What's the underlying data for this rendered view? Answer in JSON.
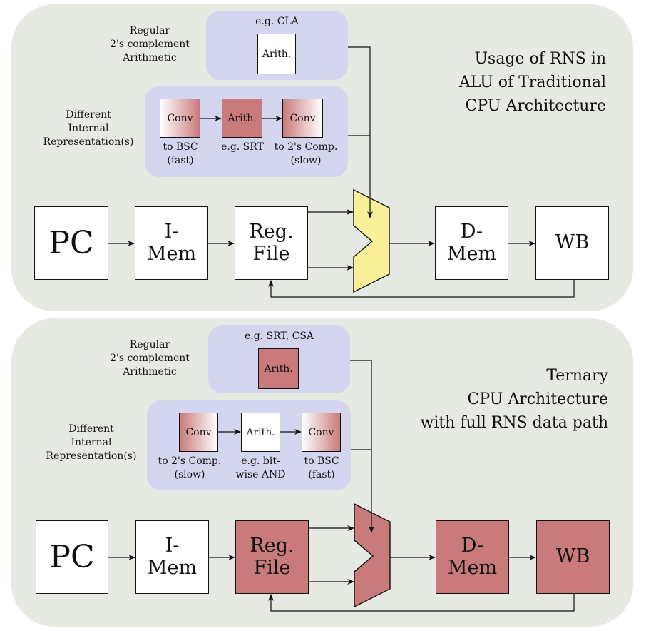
{
  "top": {
    "title": [
      "Usage of RNS in",
      "ALU of Traditional",
      "CPU Architecture"
    ],
    "regular_label": [
      "Regular",
      "2's complement",
      "Arithmetic"
    ],
    "different_label": [
      "Different",
      "Internal",
      "Representation(s)"
    ],
    "regular_example": "e.g. CLA",
    "regular_box": "Arith.",
    "conv1": "Conv",
    "conv1_caption": [
      "to BSC",
      "(fast)"
    ],
    "arith": "Arith.",
    "arith_caption": [
      "e.g. SRT"
    ],
    "conv2": "Conv",
    "conv2_caption": [
      "to 2's Comp.",
      "(slow)"
    ],
    "pipeline": {
      "pc": "PC",
      "imem": [
        "I-",
        "Mem"
      ],
      "regfile": [
        "Reg.",
        "File"
      ],
      "dmem": [
        "D-",
        "Mem"
      ],
      "wb": "WB"
    }
  },
  "bottom": {
    "title": [
      "Ternary",
      "CPU Architecture",
      "with full RNS data path"
    ],
    "regular_label": [
      "Regular",
      "2's complement",
      "Arithmetic"
    ],
    "different_label": [
      "Different",
      "Internal",
      "Representation(s)"
    ],
    "regular_example": "e.g. SRT, CSA",
    "regular_box": "Arith.",
    "conv1": "Conv",
    "conv1_caption": [
      "to 2's Comp.",
      "(slow)"
    ],
    "arith": "Arith.",
    "arith_caption": [
      "e.g. bit-",
      "wise AND"
    ],
    "conv2": "Conv",
    "conv2_caption": [
      "to BSC",
      "(fast)"
    ],
    "pipeline": {
      "pc": "PC",
      "imem": [
        "I-",
        "Mem"
      ],
      "regfile": [
        "Reg.",
        "File"
      ],
      "dmem": [
        "D-",
        "Mem"
      ],
      "wb": "WB"
    }
  },
  "colors": {
    "panel": "#e6eae2",
    "lavender": "#d4d5ee",
    "rns_red": "#c97b7b",
    "alu_yellow": "#fbf09a"
  }
}
